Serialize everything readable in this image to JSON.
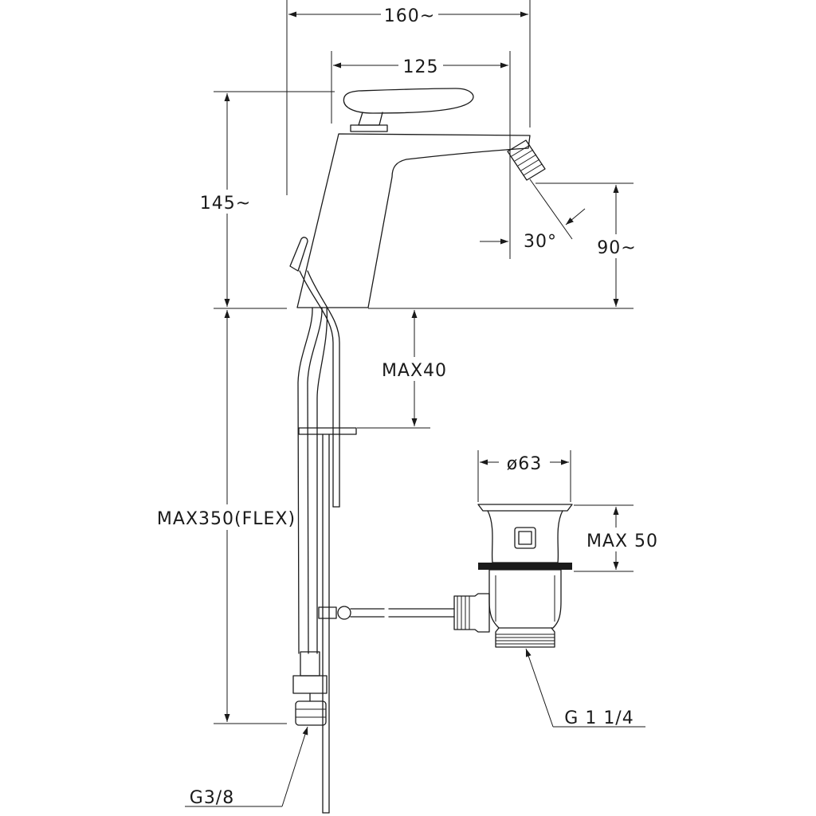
{
  "dimensions": {
    "overall_width": "160~",
    "lever_width": "125",
    "height": "145~",
    "spout_height": "90~",
    "angle": "30°",
    "max_deck": "MAX40",
    "flex_length": "MAX350(FLEX)",
    "drain_diameter": "ø63",
    "drain_height": "MAX 50",
    "drain_thread": "G 1 1/4",
    "supply_thread": "G3/8"
  },
  "colors": {
    "line": "#1a1a1a",
    "background": "#ffffff"
  }
}
